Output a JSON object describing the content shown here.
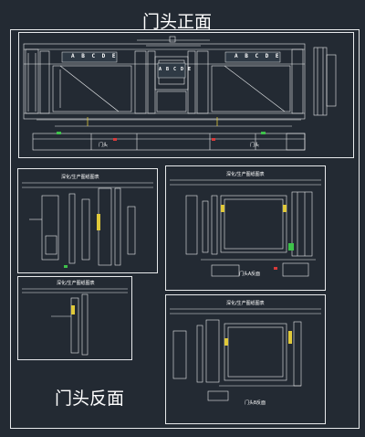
{
  "headings": {
    "front": "门头正面",
    "back": "门头反面"
  },
  "elevation": {
    "sign_left": "A B C D E",
    "sign_center": "A B C D E",
    "sign_right": "A B C D E",
    "plan_left": "门头",
    "plan_right": "门头"
  },
  "sheets": {
    "sheet1_title": "深化/生产图纸图表",
    "sheet2_title": "深化/生产图纸图表",
    "sheet3_title": "深化/生产图纸图表",
    "sheet4_title": "深化/生产图纸图表",
    "sheet3_caption": "门头A反面",
    "sheet4_caption": "门头B反面"
  },
  "colors": {
    "background": "#232a33",
    "line": "#e8eaec",
    "accent_yellow": "#e0c93a",
    "accent_green": "#3ec24a",
    "accent_red": "#d83a3a"
  }
}
